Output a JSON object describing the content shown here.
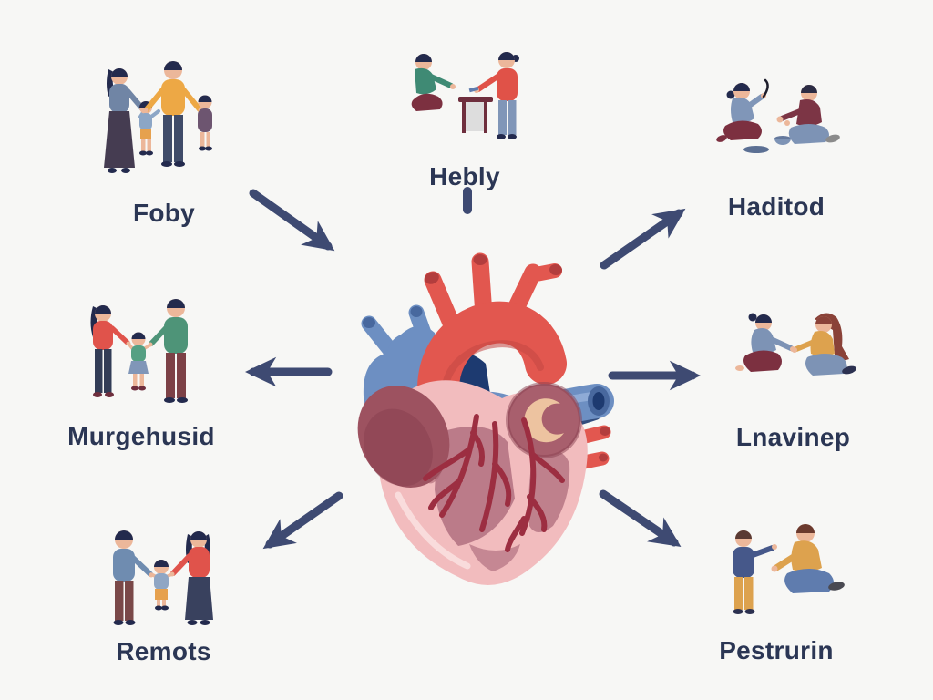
{
  "diagram": {
    "background": "#f7f7f5",
    "arrow_color": "#3e4a72",
    "label_color": "#2b3654",
    "center_illustration": "anatomical-heart",
    "groups": [
      {
        "position": "top-left",
        "label": "Foby",
        "illustration": "family-of-four-standing"
      },
      {
        "position": "top-center",
        "label": "Hebly",
        "illustration": "two-people-at-table"
      },
      {
        "position": "top-right",
        "label": "Haditod",
        "illustration": "two-people-sharing-meal"
      },
      {
        "position": "middle-left",
        "label": "Murgehusid",
        "illustration": "parents-with-child"
      },
      {
        "position": "middle-right",
        "label": "Lnavinep",
        "illustration": "two-women-holding-hands"
      },
      {
        "position": "bottom-left",
        "label": "Remots",
        "illustration": "parents-with-toddler"
      },
      {
        "position": "bottom-right",
        "label": "Pestrurin",
        "illustration": "boy-and-kneeling-man"
      }
    ]
  }
}
